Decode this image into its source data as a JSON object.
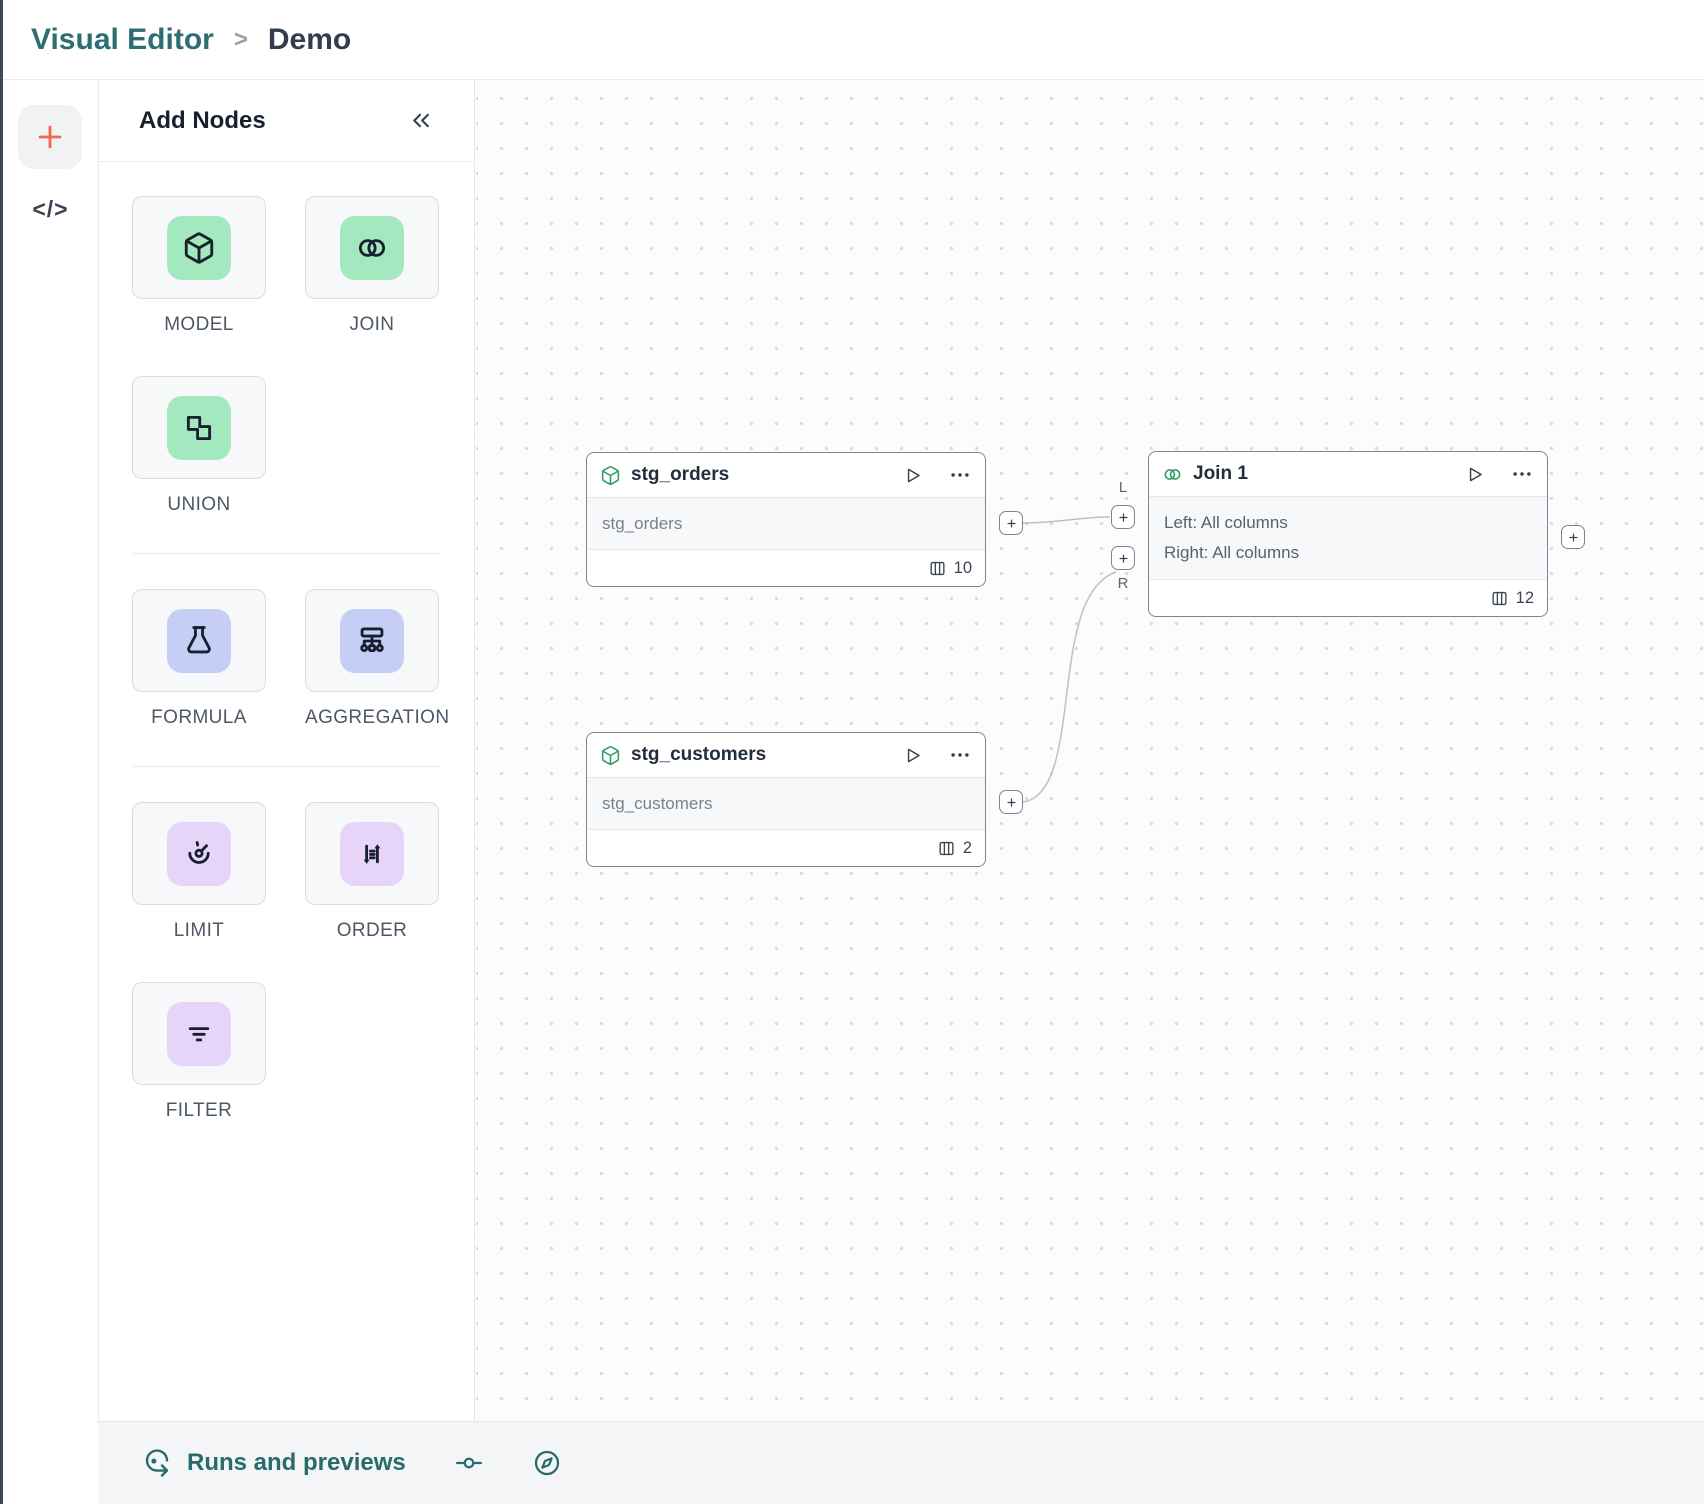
{
  "breadcrumb": {
    "app": "Visual Editor",
    "separator": ">",
    "page": "Demo"
  },
  "left_toolbar": {
    "code_label": "</>"
  },
  "panel": {
    "title": "Add Nodes",
    "groups": [
      {
        "items": [
          {
            "label": "MODEL",
            "icon": "cube-icon"
          },
          {
            "label": "JOIN",
            "icon": "join-circles-icon"
          },
          {
            "label": "UNION",
            "icon": "union-squares-icon"
          }
        ]
      },
      {
        "items": [
          {
            "label": "FORMULA",
            "icon": "flask-icon"
          },
          {
            "label": "AGGREGATION",
            "icon": "sitemap-icon"
          }
        ]
      },
      {
        "items": [
          {
            "label": "LIMIT",
            "icon": "gauge-icon"
          },
          {
            "label": "ORDER",
            "icon": "sort-arrows-icon"
          },
          {
            "label": "FILTER",
            "icon": "filter-lines-icon"
          }
        ]
      }
    ]
  },
  "canvas": {
    "nodes": [
      {
        "title": "stg_orders",
        "body_lines": [
          "stg_orders"
        ],
        "column_count": "10"
      },
      {
        "title": "stg_customers",
        "body_lines": [
          "stg_customers"
        ],
        "column_count": "2"
      },
      {
        "title": "Join 1",
        "body_lines": [
          "Left: All columns",
          "Right: All columns"
        ],
        "column_count": "12",
        "input_labels": [
          "L",
          "R"
        ]
      }
    ]
  },
  "status_bar": {
    "runs_label": "Runs and previews"
  },
  "colors": {
    "brand_teal": "#2c6e72",
    "accent_orange": "#ef6a4b",
    "palette_green": "#a4e8c0",
    "palette_indigo": "#c6cef5",
    "palette_purple": "#e6d5f8",
    "node_icon_green": "#2f9e63",
    "node_border": "#7b8594",
    "canvas_dot": "#d7dade",
    "edge": "#bcc1c8"
  }
}
